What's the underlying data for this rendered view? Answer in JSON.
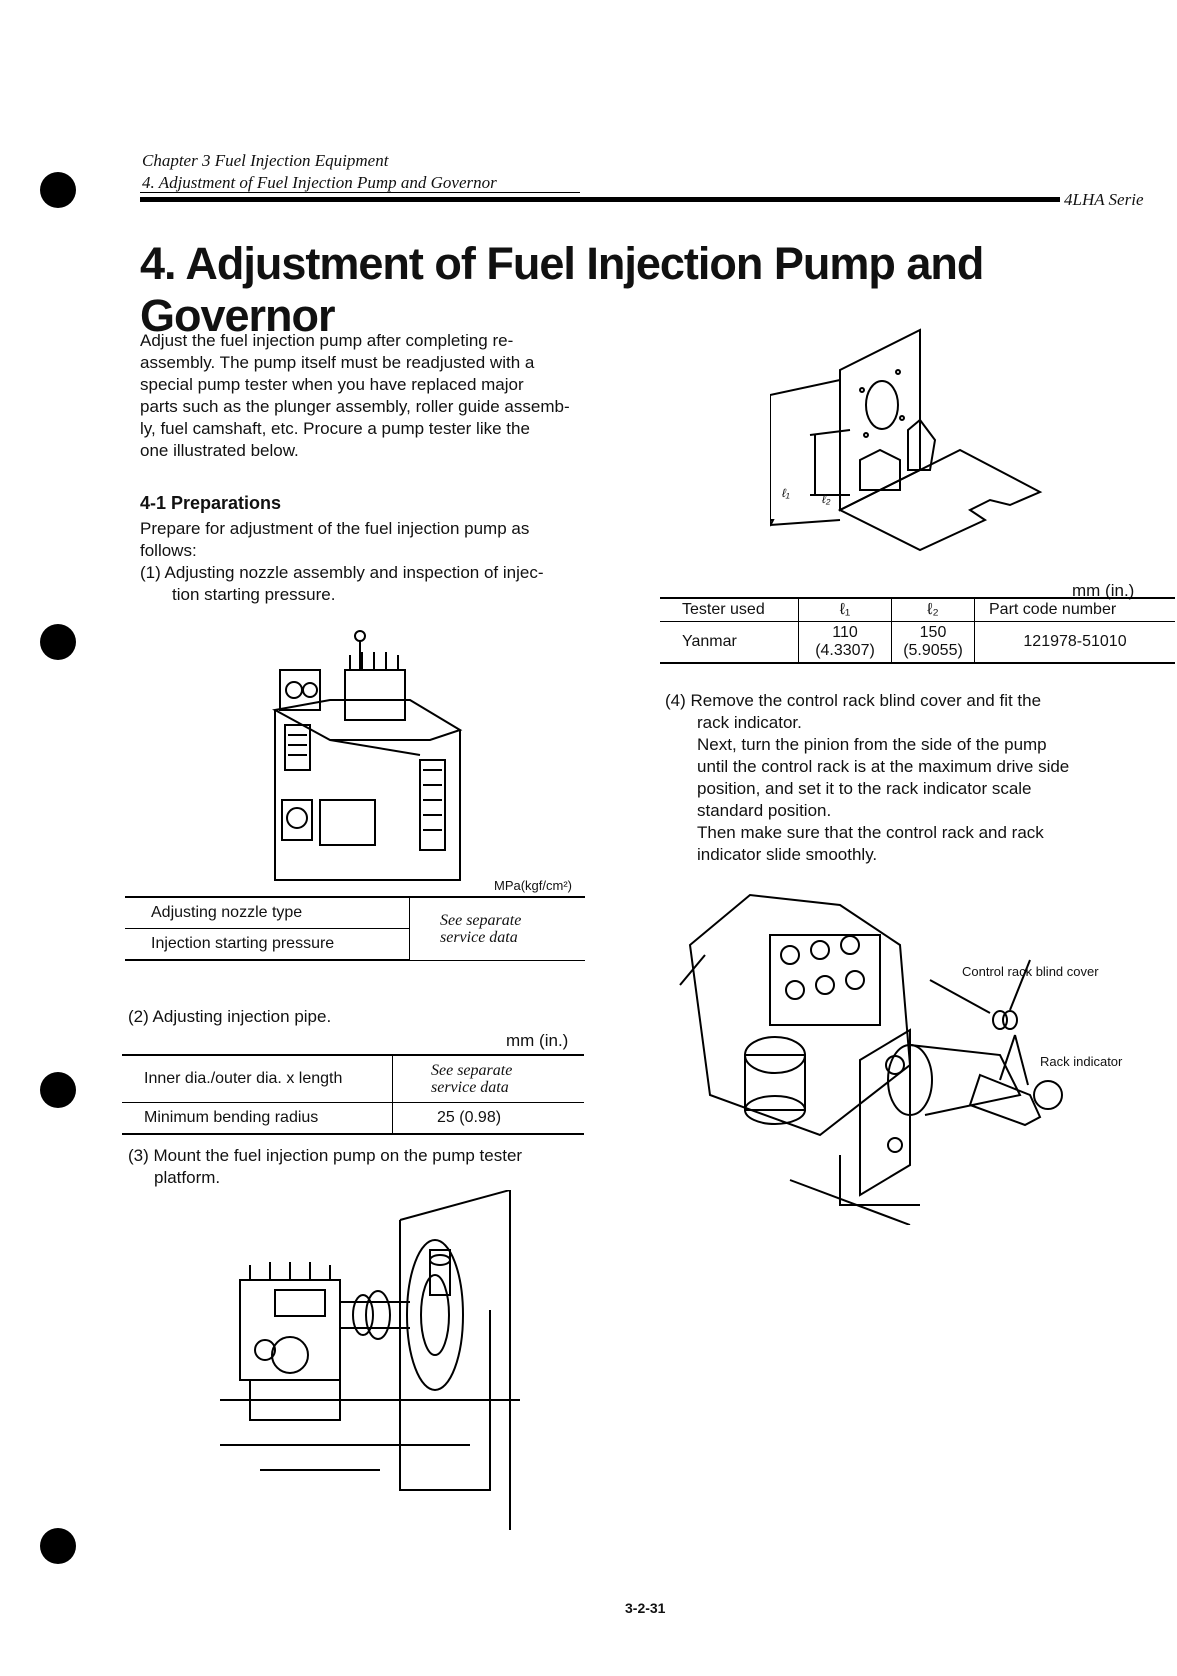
{
  "header": {
    "chapter": "Chapter 3 Fuel Injection Equipment",
    "section": "4. Adjustment of Fuel Injection Pump and Governor",
    "series": "4LHA Serie"
  },
  "title": "4. Adjustment of Fuel Injection Pump and Governor",
  "intro": [
    "Adjust the fuel injection pump after completing re-",
    "assembly. The pump itself must be readjusted with a",
    "special pump tester when you have replaced major",
    "parts such as the plunger assembly, roller guide assemb-",
    "ly, fuel camshaft, etc. Procure a pump tester like the",
    "one illustrated below."
  ],
  "preparations": {
    "heading": "4-1 Preparations",
    "lines": [
      "Prepare for adjustment of the fuel injection pump as",
      "follows:"
    ],
    "item1": [
      "(1) Adjusting nozzle assembly and inspection of injec-",
      "tion starting pressure."
    ]
  },
  "nozzle_table": {
    "unit": "MPa(kgf/cm²)",
    "rows": [
      "Adjusting nozzle type",
      "Injection starting pressure"
    ],
    "note": [
      "See separate",
      "service data"
    ]
  },
  "item2": "(2) Adjusting injection pipe.",
  "pipe_table": {
    "unit": "mm (in.)",
    "row1_label": "Inner dia./outer dia. x length",
    "row1_note": [
      "See separate",
      "service data"
    ],
    "row2_label": "Minimum bending radius",
    "row2_value": "25 (0.98)"
  },
  "item3": [
    "(3) Mount the fuel injection pump on the pump tester",
    "platform."
  ],
  "bracket": {
    "label1": "ℓ₁",
    "label2": "ℓ₂"
  },
  "tester_table": {
    "unit": "mm (in.)",
    "headers": [
      "Tester used",
      "ℓ₁",
      "ℓ₂",
      "Part code number"
    ],
    "row": {
      "name": "Yanmar",
      "l1": "110",
      "l1_in": "(4.3307)",
      "l2": "150",
      "l2_in": "(5.9055)",
      "code": "121978-51010"
    }
  },
  "item4": [
    "(4) Remove the control rack blind cover and fit the",
    "rack indicator.",
    "Next, turn the pinion from the side of the pump",
    "until the control rack is at the maximum drive side",
    "position, and set it to the rack indicator scale",
    "standard position.",
    "Then make sure that the control rack and rack",
    "indicator slide smoothly."
  ],
  "callouts": {
    "blind_cover": "Control rack blind cover",
    "rack_indicator": "Rack indicator"
  },
  "page_number": "3-2-31"
}
